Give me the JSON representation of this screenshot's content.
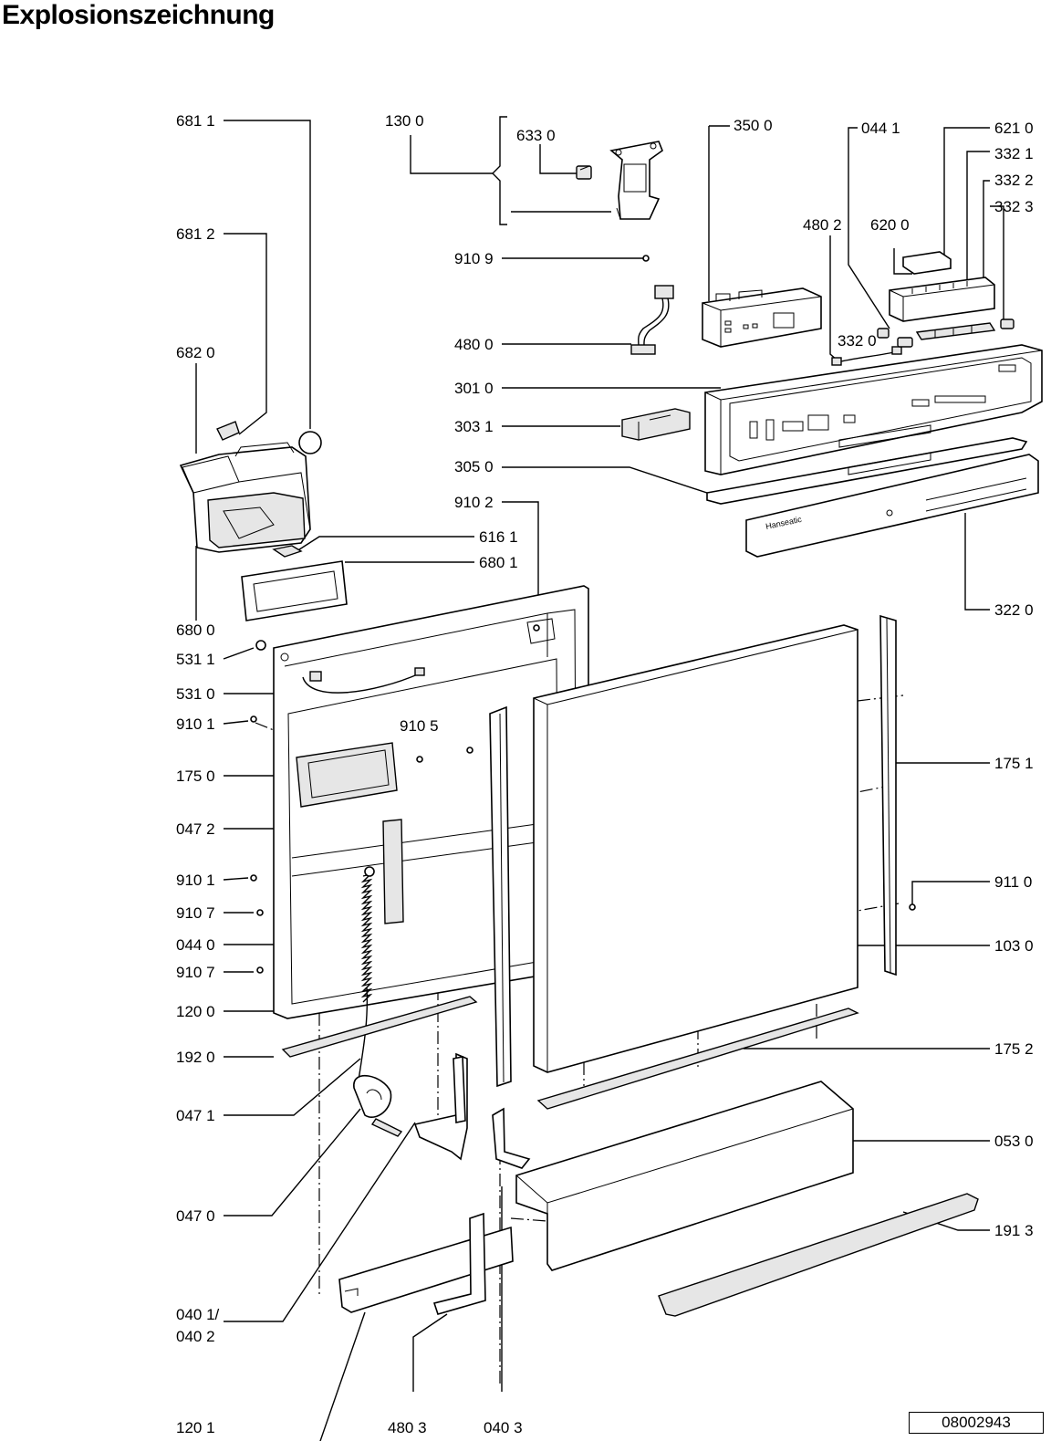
{
  "title": "Explosionszeichnung",
  "document_number": "08002943",
  "brand_text": "Hanseatic",
  "labels": {
    "p6811": "681 1",
    "p1300": "130 0",
    "p6330": "633 0",
    "p3500": "350 0",
    "p0441": "044 1",
    "p6210": "621 0",
    "p3321": "332 1",
    "p3322": "332 2",
    "p3323": "332 3",
    "p6812": "681 2",
    "p4802": "480 2",
    "p6200": "620 0",
    "p9109": "910 9",
    "p4800": "480 0",
    "p3320": "332 0",
    "p6820": "682 0",
    "p3010": "301 0",
    "p3031": "303 1",
    "p3050": "305 0",
    "p9102": "910 2",
    "p6161": "616 1",
    "p6801": "680 1",
    "p3220": "322 0",
    "p6800": "680 0",
    "p5311": "531 1",
    "p5310": "531 0",
    "p9101a": "910 1",
    "p9105": "910 5",
    "p1750": "175 0",
    "p1751": "175 1",
    "p0472": "047 2",
    "p9101b": "910 1",
    "p9110": "911 0",
    "p9107a": "910 7",
    "p0440": "044 0",
    "p1030": "103 0",
    "p9107b": "910 7",
    "p1200": "120 0",
    "p1920": "192 0",
    "p1752": "175 2",
    "p0471": "047 1",
    "p0530": "053 0",
    "p0470": "047 0",
    "p1913": "191 3",
    "p0401a": "040 1/",
    "p0401b": "040 2",
    "p1201": "120 1",
    "p4803": "480 3",
    "p0403": "040 3"
  }
}
